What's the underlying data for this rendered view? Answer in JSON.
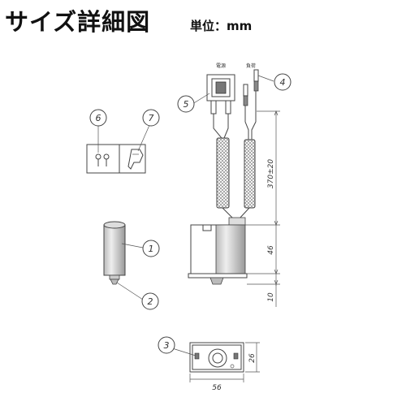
{
  "header": {
    "title": "サイズ詳細図",
    "unit": "単位：mm"
  },
  "callouts": [
    "1",
    "2",
    "3",
    "4",
    "5",
    "6",
    "7"
  ],
  "wire_labels": {
    "power": "電源",
    "load": "負荷"
  },
  "dimensions": {
    "cable_length": "370±20",
    "body_height": "46",
    "flange_height": "10",
    "plate_width": "56",
    "plate_height": "26"
  },
  "colors": {
    "line": "#444444",
    "text": "#111111",
    "shading": "#888888"
  }
}
